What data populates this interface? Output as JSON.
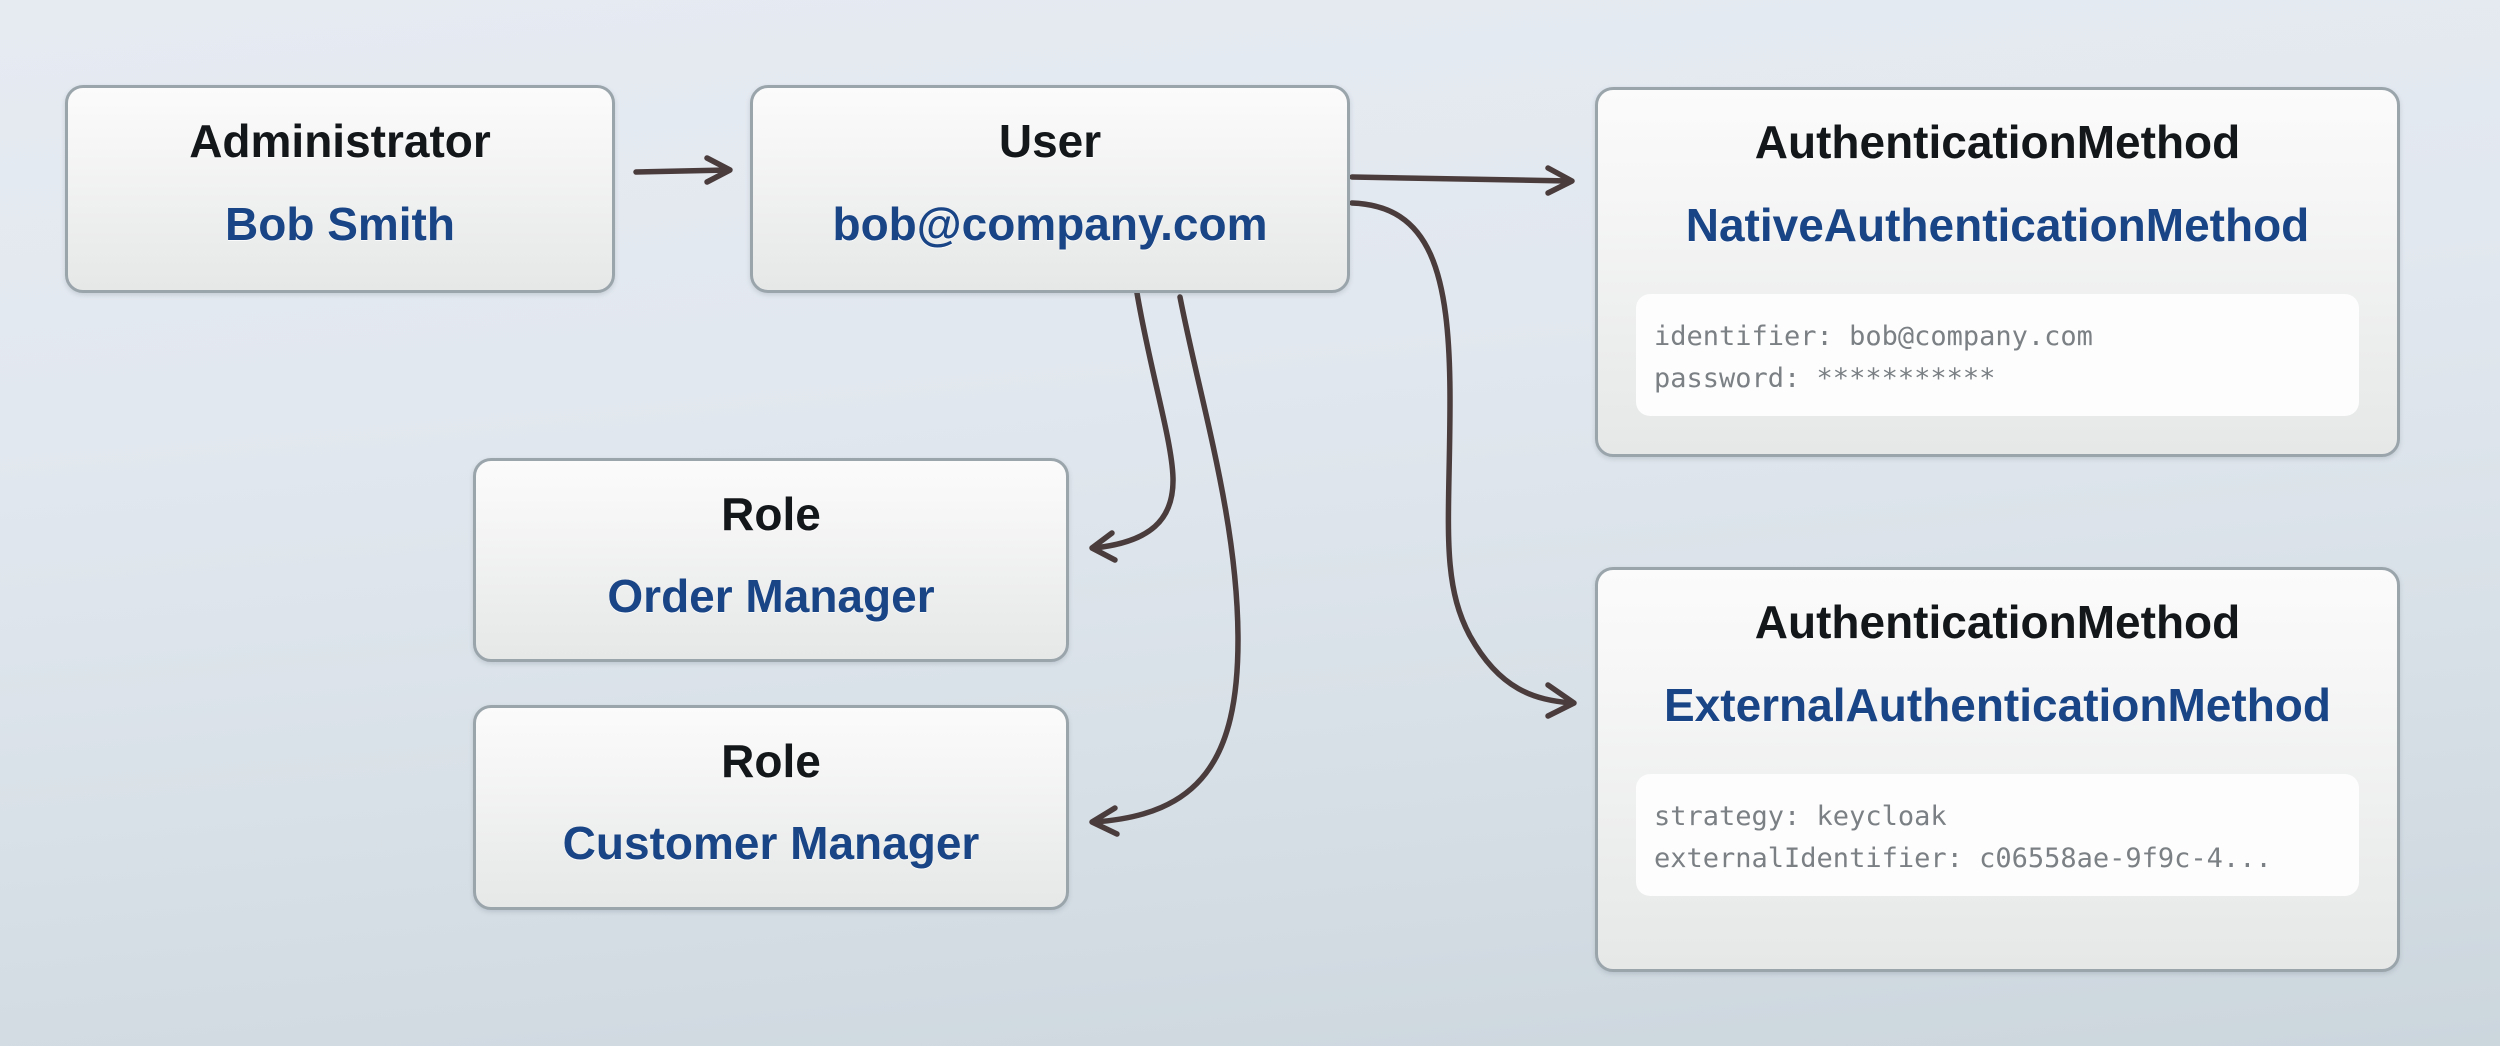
{
  "diagram": {
    "background_top_color": "#e6ebf2",
    "background_bottom_color": "#ccd6dd",
    "node_border_color": "#9aa4ab",
    "type_text_color": "#14171a",
    "value_text_color": "#194485",
    "edge_color": "#4a3c3c",
    "prop_text_color": "#7b8085"
  },
  "nodes": {
    "administrator": {
      "type": "Administrator",
      "value": "Bob Smith"
    },
    "user": {
      "type": "User",
      "value": "bob@company.com"
    },
    "role_order": {
      "type": "Role",
      "value": "Order Manager"
    },
    "role_customer": {
      "type": "Role",
      "value": "Customer Manager"
    },
    "auth_native": {
      "type": "AuthenticationMethod",
      "value": "NativeAuthenticationMethod",
      "props": [
        "identifier: bob@company.com",
        "password: ***********"
      ]
    },
    "auth_external": {
      "type": "AuthenticationMethod",
      "value": "ExternalAuthenticationMethod",
      "props": [
        "strategy: keycloak",
        "externalIdentifier: c06558ae-9f9c-4..."
      ]
    }
  },
  "edges": [
    {
      "name": "administrator-to-user",
      "from": "administrator",
      "to": "user"
    },
    {
      "name": "user-to-auth-native",
      "from": "user",
      "to": "auth_native"
    },
    {
      "name": "user-to-auth-external",
      "from": "user",
      "to": "auth_external"
    },
    {
      "name": "user-to-role-order",
      "from": "user",
      "to": "role_order"
    },
    {
      "name": "user-to-role-customer",
      "from": "user",
      "to": "role_customer"
    }
  ]
}
